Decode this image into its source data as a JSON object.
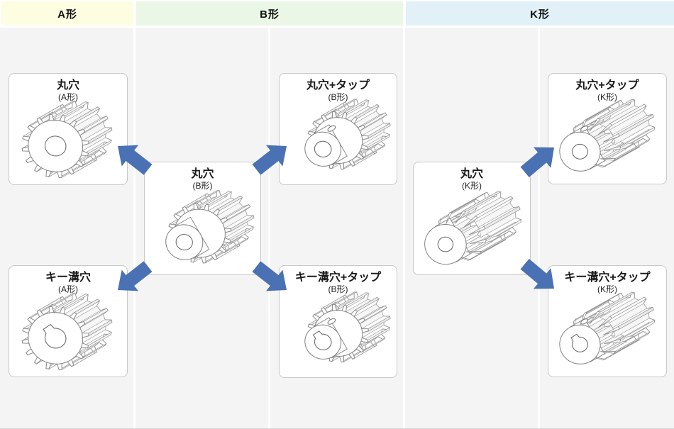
{
  "page": {
    "background": "#ffffff",
    "body_background": "#f4f4f4",
    "bottom_rule_color": "#d9d9d9"
  },
  "arrow_color": "#4a71b4",
  "card_style": {
    "background": "#ffffff",
    "border_color": "#c9c9c9"
  },
  "headers": [
    {
      "label": "A形",
      "background": "#fdfde2"
    },
    {
      "label": "B形",
      "background": "#eaf6e6"
    },
    {
      "label": "K形",
      "background": "#e1f1f7"
    }
  ],
  "cards": [
    {
      "title": "丸穴",
      "subtitle": "(A形)",
      "gear": {
        "style": "spur-flat",
        "hub": false,
        "tap": false,
        "keyway": false,
        "icon": "gear-spur-round-hole"
      }
    },
    {
      "title": "キー溝穴",
      "subtitle": "(A形)",
      "gear": {
        "style": "spur-flat",
        "hub": false,
        "tap": false,
        "keyway": true,
        "icon": "gear-spur-keyway-hole"
      }
    },
    {
      "title": "丸穴",
      "subtitle": "(B形)",
      "gear": {
        "style": "spur-hub",
        "hub": true,
        "tap": false,
        "keyway": false,
        "icon": "gear-hub-round-hole"
      }
    },
    {
      "title": "丸穴+タップ",
      "subtitle": "(B形)",
      "gear": {
        "style": "spur-hub",
        "hub": true,
        "tap": true,
        "keyway": false,
        "icon": "gear-hub-round-hole-tap"
      }
    },
    {
      "title": "キー溝穴+タップ",
      "subtitle": "(B形)",
      "gear": {
        "style": "spur-hub",
        "hub": true,
        "tap": true,
        "keyway": true,
        "icon": "gear-hub-keyway-hole-tap"
      }
    },
    {
      "title": "丸穴",
      "subtitle": "(K形)",
      "gear": {
        "style": "pinion",
        "hub": false,
        "tap": false,
        "keyway": false,
        "icon": "pinion-round-hole"
      }
    },
    {
      "title": "丸穴+タップ",
      "subtitle": "(K形)",
      "gear": {
        "style": "pinion",
        "hub": false,
        "tap": true,
        "keyway": false,
        "icon": "pinion-round-hole-tap"
      }
    },
    {
      "title": "キー溝穴+タップ",
      "subtitle": "(K形)",
      "gear": {
        "style": "pinion",
        "hub": false,
        "tap": true,
        "keyway": true,
        "icon": "pinion-keyway-hole-tap"
      }
    }
  ]
}
